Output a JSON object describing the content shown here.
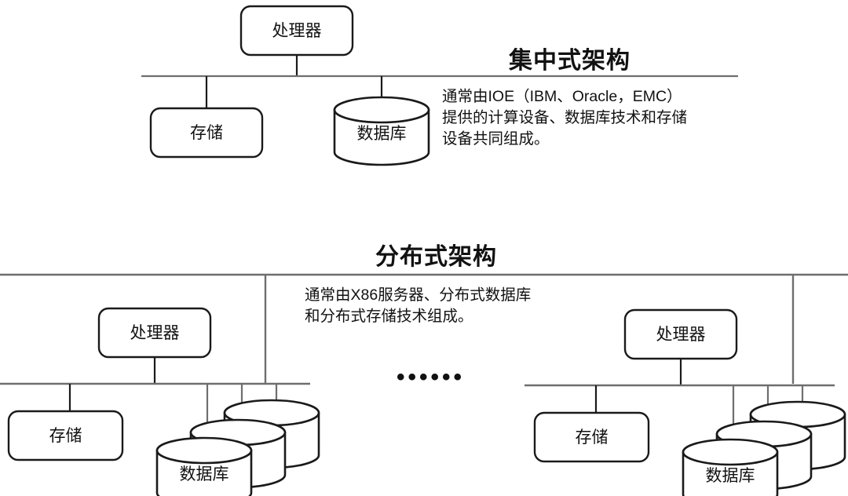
{
  "sections": [
    {
      "id": "centralized",
      "title": "集中式架构",
      "description": "通常由IOE（IBM、Oracle，EMC）\n提供的计算设备、数据库技术和存储\n设备共同组成。",
      "nodes": {
        "processor": "处理器",
        "storage": "存储",
        "database": "数据库"
      }
    },
    {
      "id": "distributed",
      "title": "分布式架构",
      "description": "通常由X86服务器、分布式数据库\n和分布式存储技术组成。",
      "ellipsis": "••••••",
      "clusters": [
        {
          "id": "cluster-left",
          "processor": "处理器",
          "storage": "存储",
          "database": "数据库"
        },
        {
          "id": "cluster-right",
          "processor": "处理器",
          "storage": "存储",
          "database": "数据库"
        }
      ]
    }
  ],
  "colors": {
    "stroke_dark": "#1a1a1a",
    "stroke_gray": "#6e6e6e",
    "background": "#ffffff",
    "text": "#111111"
  }
}
